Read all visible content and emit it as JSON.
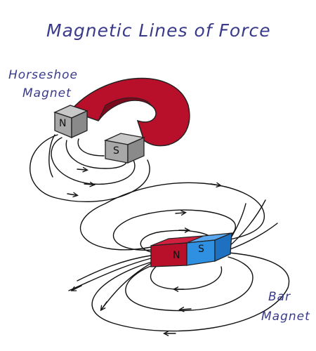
{
  "title": "Magnetic Lines of Force",
  "horseshoe": {
    "label_line1": "Horseshoe",
    "label_line2": "Magnet",
    "north_label": "N",
    "south_label": "S"
  },
  "bar": {
    "label_line1": "Bar",
    "label_line2": "Magnet",
    "north_label": "N",
    "south_label": "S"
  },
  "colors": {
    "north": "#b8102a",
    "south": "#2f8fe0",
    "pole_cap": "#a8a8a8",
    "ink": "#3a3a8a"
  }
}
